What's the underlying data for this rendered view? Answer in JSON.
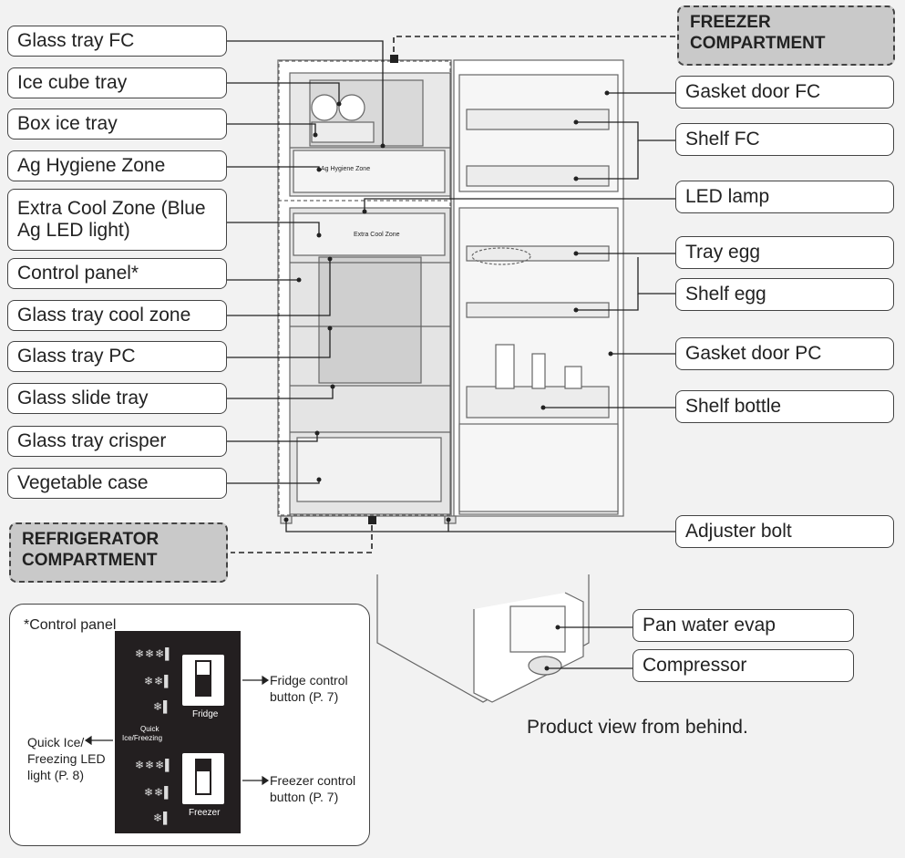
{
  "left_labels": [
    "Glass tray FC",
    "Ice cube tray",
    "Box ice tray",
    "Ag Hygiene Zone",
    "Extra Cool Zone (Blue Ag LED light)",
    "Control panel*",
    "Glass tray cool zone",
    "Glass tray PC",
    "Glass slide tray",
    "Glass tray crisper",
    "Vegetable case"
  ],
  "right_labels": [
    "Gasket door FC",
    "Shelf FC",
    "LED lamp",
    "Tray egg",
    "Shelf egg",
    "Gasket door PC",
    "Shelf bottle",
    "Adjuster bolt",
    "Pan water evap",
    "Compressor"
  ],
  "freezer_compartment": "FREEZER COMPARTMENT",
  "refrigerator_compartment": "REFRIGERATOR COMPARTMENT",
  "fridge_prints": {
    "ag_hygiene_zone": "Ag Hygiene Zone",
    "extra_cool_zone": "Extra Cool Zone"
  },
  "product_view_caption": "Product view from behind.",
  "control_panel": {
    "title": "*Control panel",
    "fridge_button": "Fridge",
    "freezer_button": "Freezer",
    "quick_label_1": "Quick",
    "quick_label_2": "Ice/Freezing",
    "fridge_control_1": "Fridge control",
    "fridge_control_2": "button (P. 7)",
    "freezer_control_1": "Freezer control",
    "freezer_control_2": "button (P. 7)",
    "quick_ice_1": "Quick Ice/",
    "quick_ice_2": "Freezing LED",
    "quick_ice_3": "light (P. 8)"
  },
  "colors": {
    "background": "#f2f2f2",
    "compartment_fill": "#c9c9c9",
    "panel": "#231f20"
  }
}
